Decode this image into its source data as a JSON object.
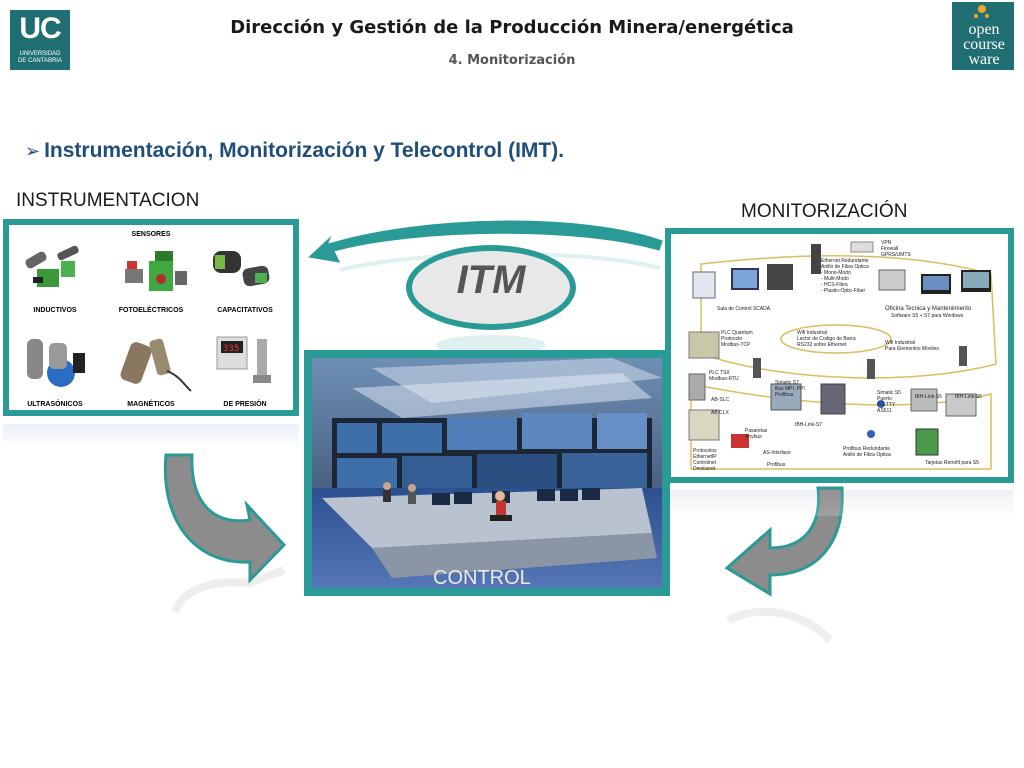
{
  "header": {
    "uc_logo_big": "UC",
    "uc_logo_line1": "UNIVERSIDAD",
    "uc_logo_line2": "DE CANTABRIA",
    "title": "Dirección y Gestión de la Producción Minera/energética",
    "subtitle": "4. Monitorización",
    "ocw_line1": "open",
    "ocw_line2": "course",
    "ocw_line3": "ware"
  },
  "heading": "Instrumentación, Monitorización y Telecontrol (IMT).",
  "labels": {
    "instrumentacion": "INSTRUMENTACION",
    "monitorizacion": "MONITORIZACIÓN",
    "itm": "ITM",
    "control": "CONTROL"
  },
  "sensors": {
    "title": "SENSORES",
    "items": [
      "INDUCTIVOS",
      "FOTOELÉCTRICOS",
      "CAPACITATIVOS",
      "ULTRASÓNICOS",
      "MAGNÉTICOS",
      "DE PRESIÓN"
    ]
  },
  "network": {
    "sala": "Sala de Control SCADA",
    "oficina": "Oficina Tecnica y Mantenimiento",
    "software": "Software S5 + S7 para Windows",
    "vpn": [
      "VPN",
      "Firewall",
      "GPRS/UMTS"
    ],
    "ethernet": [
      "Ethernet Redundante",
      "Anillo de Fibra Optica",
      "- Mono-Modo",
      "- Multi-Modo",
      "- HCS-Fibra",
      "- Plastic-Optic-Fiber"
    ],
    "wifi_ind": [
      "Wifi Industrial",
      "Lector de Codigo de Barra",
      "RS232 sobre Ethernet"
    ],
    "wifi_mov": [
      "Wifi Industrial",
      "Para Elementos Moviles"
    ],
    "plc_quantum": [
      "PLC Quantum",
      "Protocolo",
      "Modbus-TCP"
    ],
    "plc_tsx": [
      "PLC TSX",
      "Modbus-RTU"
    ],
    "simatic_s7": [
      "Simatic S7",
      "Bus MPI, PPI",
      "Profibus"
    ],
    "simatic_s5": [
      "Simatic S5",
      "Puerto",
      "PG-TTY",
      "AS511"
    ],
    "ibh1": "IBH-Link-S5",
    "ibh2": "IBH-Link-S5",
    "ibh3": "IBH-Link-S7",
    "ab1": "AB-SLC",
    "ab2": "AB CLX",
    "pasarelas": [
      "Pasarelas",
      "Anybus"
    ],
    "asi": "AS-Interface",
    "profibus": "Profibus",
    "protocolos": [
      "Protocolos",
      "EthernetIP",
      "Controlnet",
      "Devicenet"
    ],
    "profibus_red": [
      "Profibus Redundante",
      "Anillo de Fibra Optica"
    ],
    "tarjetas": "Tarjetas Retrofit para S5"
  },
  "colors": {
    "teal": "#2a9a97",
    "heading": "#1f4e79",
    "arrow_gray": "#8c8c8c"
  }
}
